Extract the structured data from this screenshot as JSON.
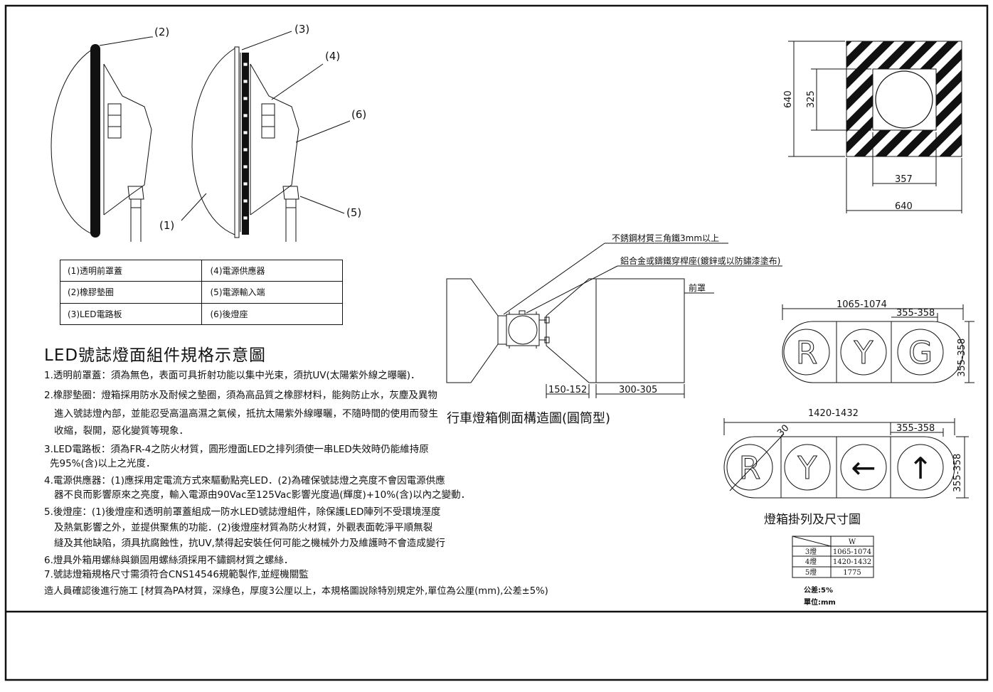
{
  "callouts": {
    "c1": "(1)",
    "c2": "(2)",
    "c3": "(3)",
    "c4": "(4)",
    "c5": "(5)",
    "c6": "(6)"
  },
  "parts_table": [
    [
      "(1)透明前罩蓋",
      "(4)電源供應器"
    ],
    [
      "(2)橡膠墊圈",
      "(5)電源輸入端"
    ],
    [
      "(3)LED電路板",
      "(6)後燈座"
    ]
  ],
  "main_title": "LED號誌燈面組件規格示意圖",
  "notes": [
    "1.透明前罩蓋：須為無色，表面可具折射功能以集中光束，須抗UV(太陽紫外線之曝曬)．",
    "2.橡膠墊圈：燈箱採用防水及耐候之墊圈，須為高品質之橡膠材料，能夠防止水，灰塵及異物",
    "進入號誌燈內部，並能忍受高溫高濕之氣候，抵抗太陽紫外線曝曬，不隨時間的使用而發生",
    "收縮，裂開，惡化變質等現象．",
    "3.LED電路板：須為FR-4之防火材質，圓形燈面LED之排列須使一串LED失效時仍能維持原",
    "先95%(含)以上之光度．",
    "4.電源供應器：(1)應採用定電流方式來驅動點亮LED．(2)為確保號誌燈之亮度不會因電源供應",
    "器不良而影響原來之亮度，輸入電源由90Vac至125Vac影響光度過(輝度)+10%(含)以內之變動．",
    "5.後燈座：(1)後燈座和透明前罩蓋組成一防水LED號誌燈組件，除保護LED陣列不受環境溼度",
    "及熱氣影響之外，並提供聚焦的功能．(2)後燈座材質為防火材質，外觀表面乾淨平順無裂",
    "縫及其他缺陷，須具抗腐蝕性，抗UV,禁得起安裝任何可能之機械外力及維護時不會造成變行",
    "6.燈具外箱用螺絲與鎖固用螺絲須採用不鏽鋼材質之螺絲．",
    "7.號誌燈箱規格尺寸需須符合CNS14546規範製作,並經機關監",
    "造人員確認後進行施工 [材質為PA材質，深綠色，厚度3公厘以上，本規格圖說除特別規定外,單位為公厘(mm),公差±5%)"
  ],
  "side_view": {
    "label_bracket": "不銹鋼材質三角鐵3mm以上",
    "label_mount": "鋁合金或鑄鐵穿桿座(鍍鋅或以防鏽漆塗布)",
    "label_front": "前罩",
    "dim_left": "150-152",
    "dim_right": "300-305",
    "caption": "行車燈箱側面構造圖(圓筒型)"
  },
  "backboard": {
    "dim_height": "640",
    "dim_inner_height": "325",
    "dim_inner_width": "357",
    "dim_width": "640"
  },
  "signal3": {
    "dim_total": "1065-1074",
    "dim_unit_w": "355-358",
    "dim_unit_h": "355-358",
    "lamps": [
      "R",
      "Y",
      "G"
    ]
  },
  "signal4": {
    "dim_total": "1420-1432",
    "dim_unit_w": "355-358",
    "dim_unit_h": "355-358",
    "dim_angle": "30",
    "lamps": [
      "R",
      "Y",
      "←",
      "↑"
    ]
  },
  "layout_caption": "燈箱掛列及尺寸圖",
  "spec_table": {
    "header": "W",
    "rows": [
      [
        "3燈",
        "1065-1074"
      ],
      [
        "4燈",
        "1420-1432"
      ],
      [
        "5燈",
        "1775"
      ]
    ]
  },
  "tolerance": "公差:5%",
  "unit": "單位:mm"
}
